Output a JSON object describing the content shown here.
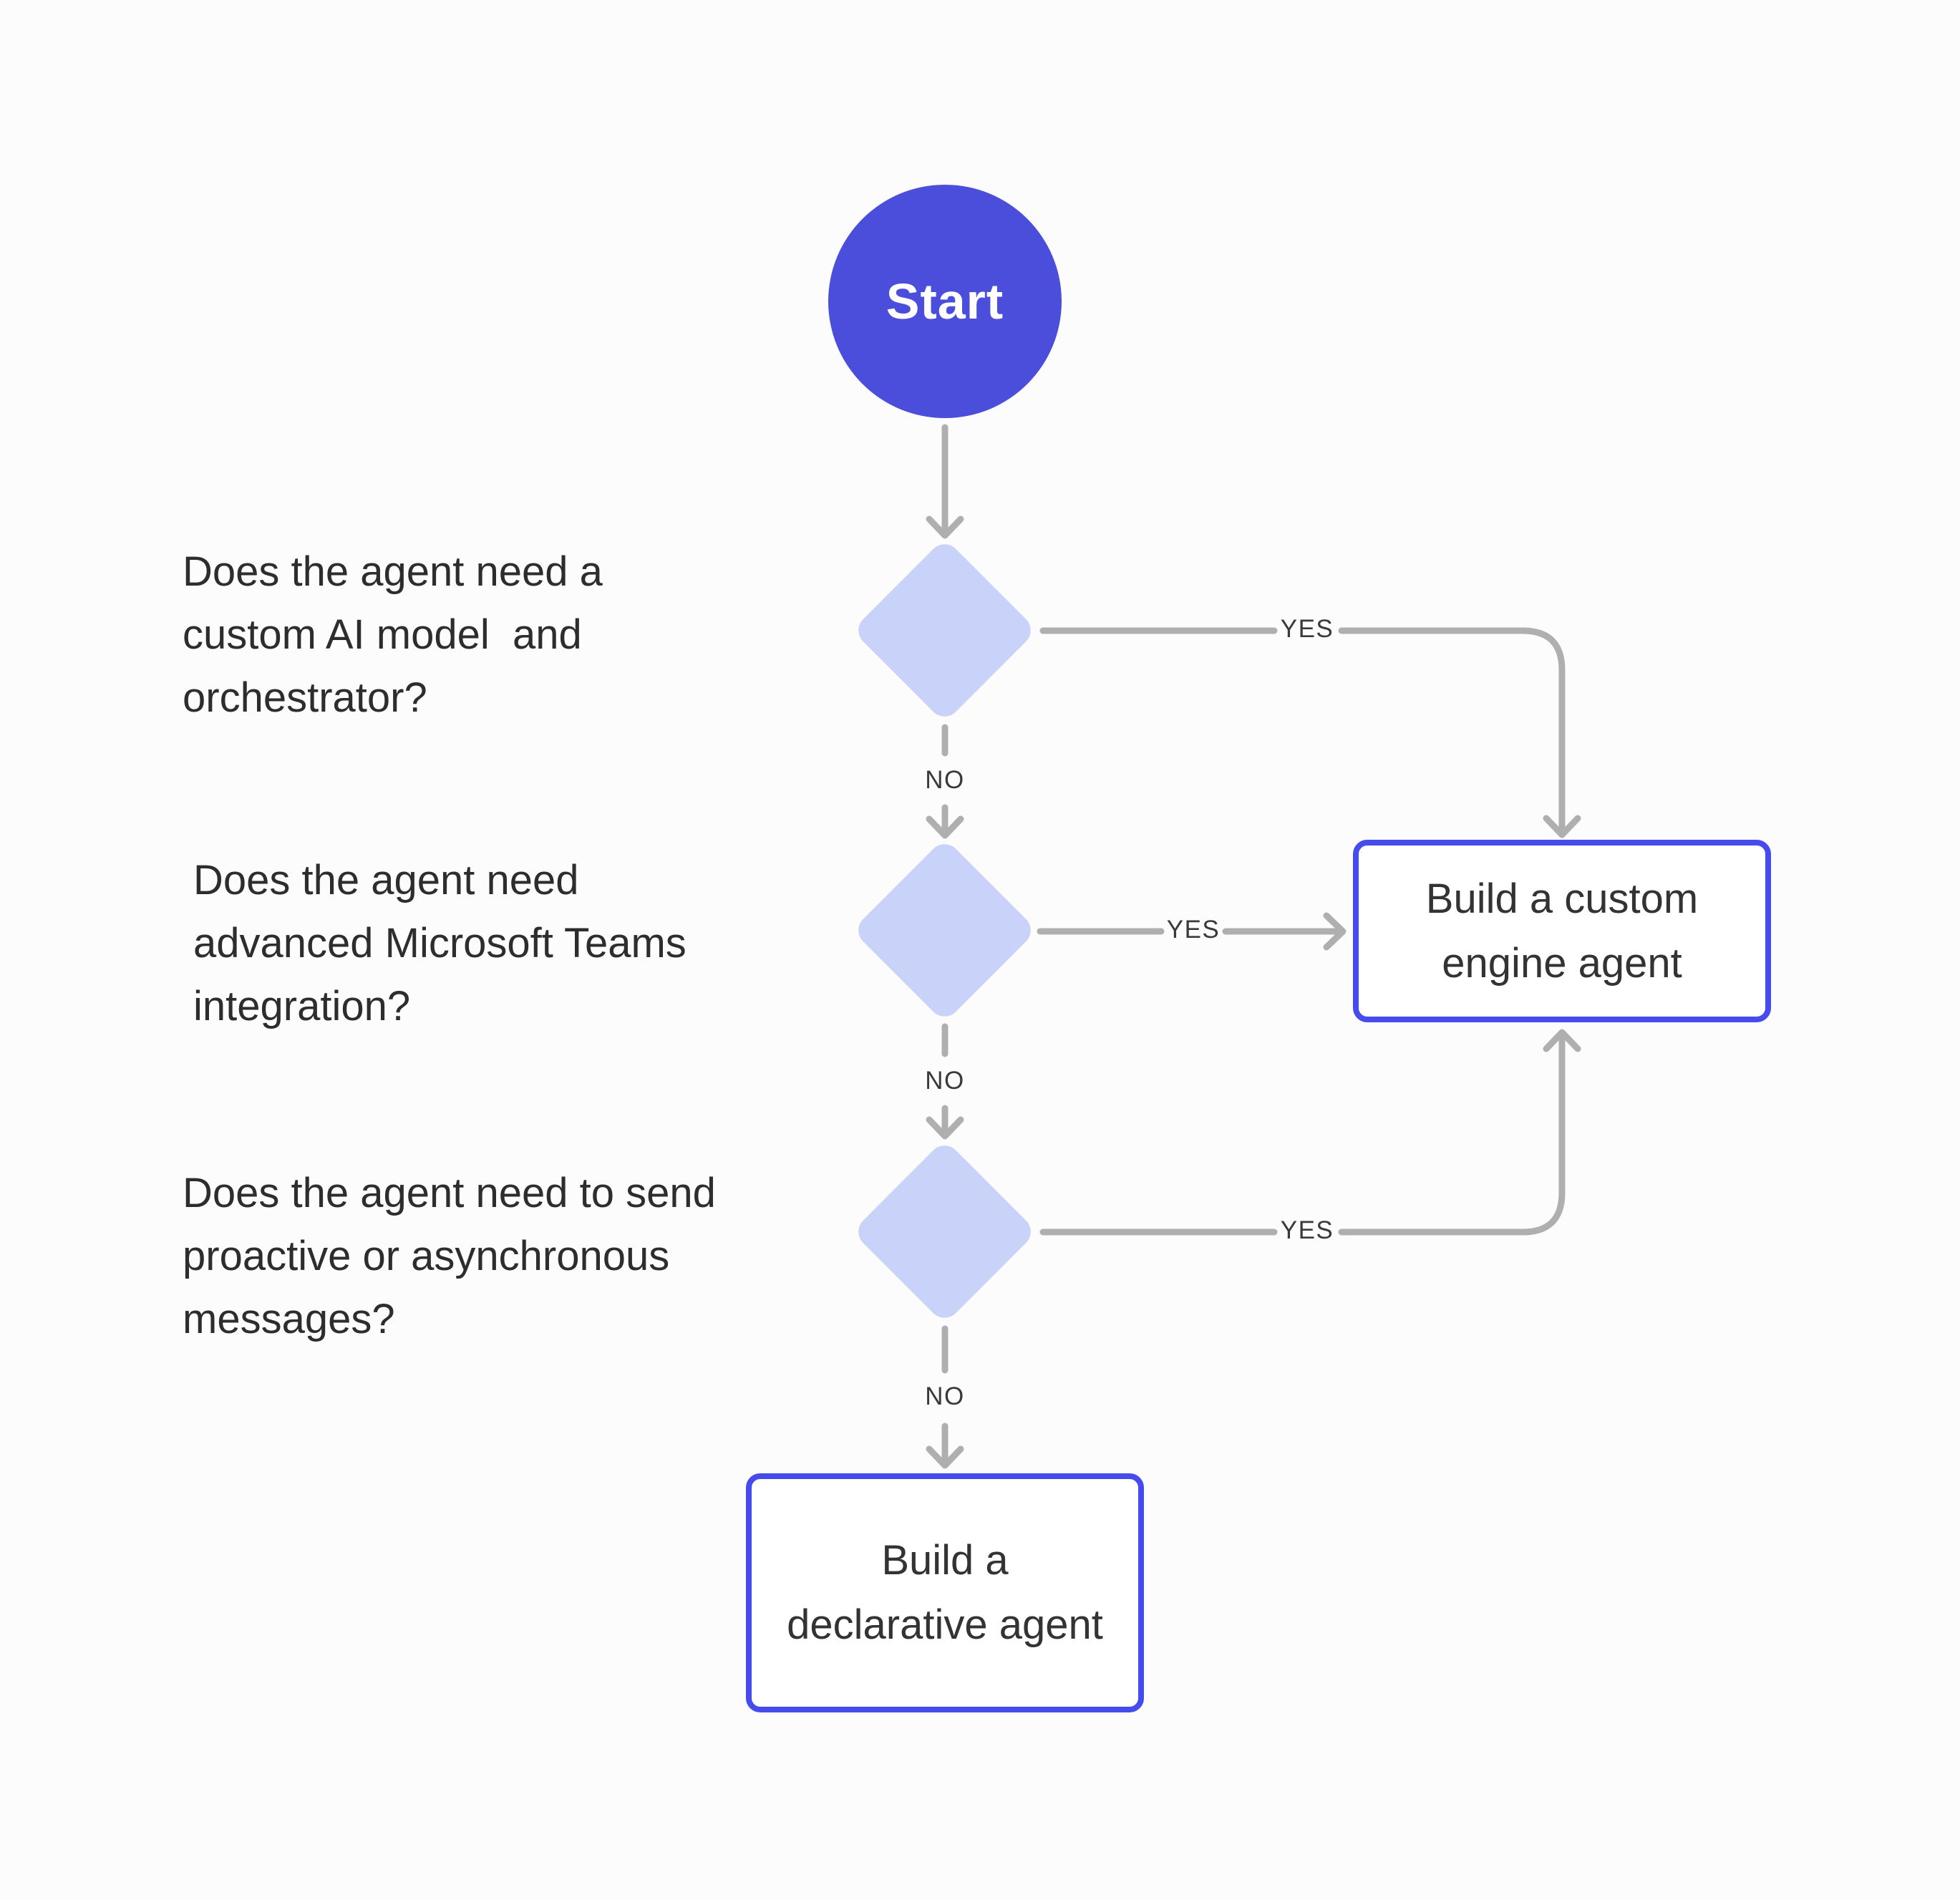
{
  "flowchart": {
    "start_label": "Start",
    "questions": [
      {
        "id": "q1",
        "text": "Does the agent need a\ncustom AI model  and\norchestrator?"
      },
      {
        "id": "q2",
        "text": "Does the agent need\nadvanced Microsoft Teams\nintegration?"
      },
      {
        "id": "q3",
        "text": "Does the agent need to send\nproactive or asynchronous\nmessages?"
      }
    ],
    "outcomes": [
      {
        "id": "custom-engine",
        "text": "Build a custom\nengine agent"
      },
      {
        "id": "declarative",
        "text": "Build a\ndeclarative agent"
      }
    ],
    "edges": [
      {
        "from": "start",
        "to": "decision-1",
        "label": ""
      },
      {
        "from": "decision-1",
        "to": "custom-engine",
        "label": "YES"
      },
      {
        "from": "decision-1",
        "to": "decision-2",
        "label": "NO"
      },
      {
        "from": "decision-2",
        "to": "custom-engine",
        "label": "YES"
      },
      {
        "from": "decision-2",
        "to": "decision-3",
        "label": "NO"
      },
      {
        "from": "decision-3",
        "to": "custom-engine",
        "label": "YES"
      },
      {
        "from": "decision-3",
        "to": "declarative",
        "label": "NO"
      }
    ],
    "colors": {
      "start_fill": "#4A4EDB",
      "diamond_fill": "#C9D2F8",
      "outcome_border": "#454BEC",
      "connector": "#AFAFAF",
      "edge_label_text": "#3A3A3A",
      "question_text": "#2D2D2D",
      "outcome_text": "#333333",
      "start_text": "#FFFFFF"
    }
  }
}
